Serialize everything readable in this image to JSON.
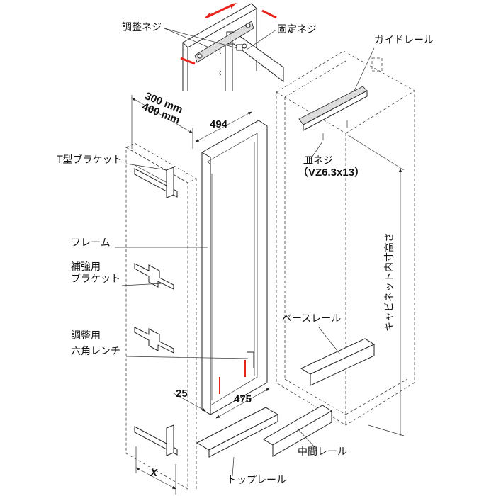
{
  "labels": {
    "adjust_screw": "調整ネジ",
    "fixing_screw": "固定ネジ",
    "guide_rail": "ガイドレール",
    "depth_300": "300 mm",
    "depth_400": "400 mm",
    "width_494": "494",
    "t_bracket": "T型ブラケット",
    "countersunk_screw": "皿ネジ",
    "screw_spec": "（VZ6.3x13）",
    "frame": "フレーム",
    "reinforce_line1": "補強用",
    "reinforce_line2": "ブラケット",
    "hex_line1": "調整用",
    "hex_line2": "六角レンチ",
    "base_rail": "ベースレール",
    "cabinet_height": "キャビネット内寸高さ",
    "dim_25": "25",
    "dim_475": "475",
    "middle_rail": "中間レール",
    "top_rail": "トップレール",
    "dim_x": "X"
  },
  "colors": {
    "arrow": "#e8231c",
    "line": "#222222"
  }
}
